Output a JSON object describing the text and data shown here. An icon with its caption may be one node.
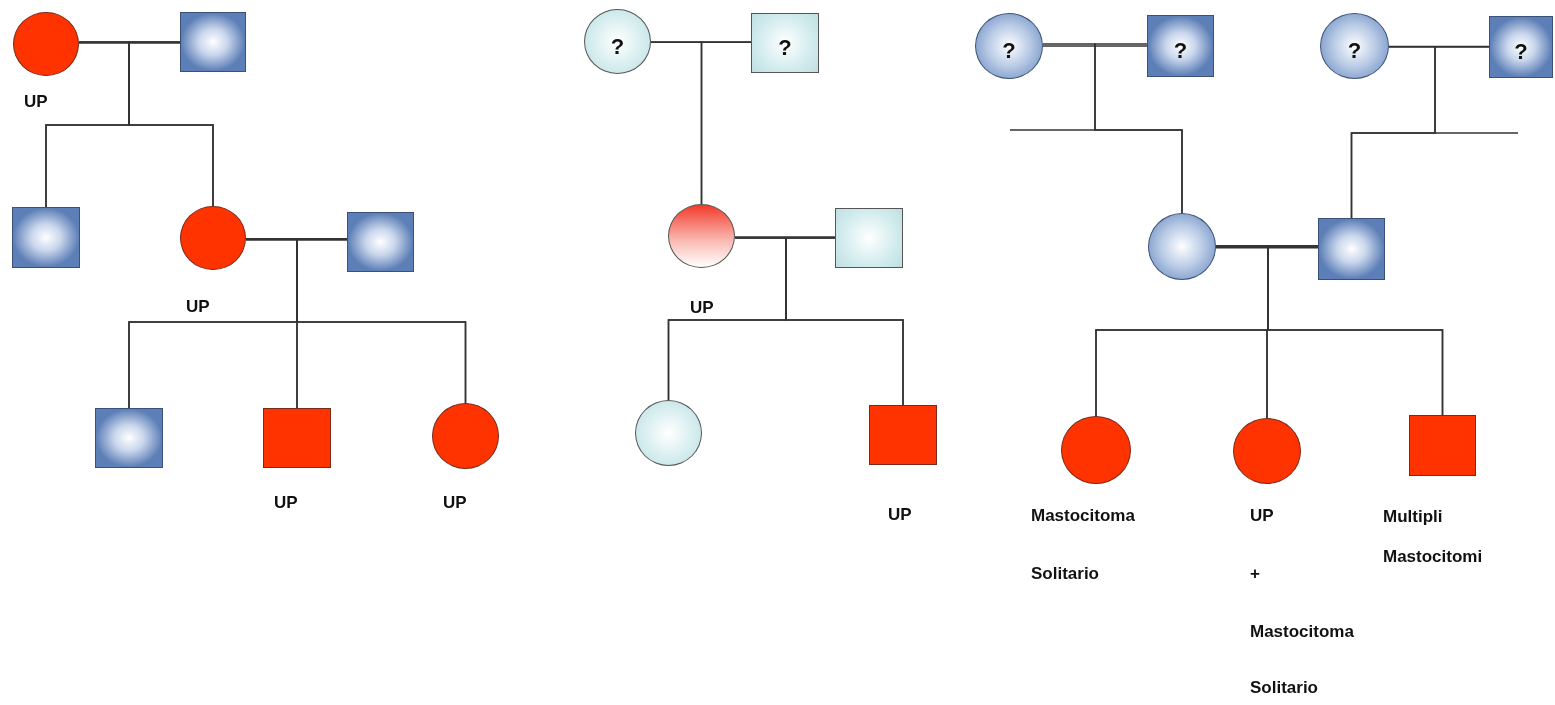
{
  "diagram": {
    "nodes": [
      {
        "text": [],
        "shape": "circle",
        "beside": [
          "UP"
        ]
      },
      {
        "text": [],
        "shape": "box"
      },
      {
        "text": [],
        "shape": "box"
      },
      {
        "text": [],
        "shape": "circle",
        "beside": [
          "UP"
        ]
      },
      {
        "text": [],
        "shape": "box"
      },
      {
        "text": [],
        "shape": "box"
      },
      {
        "text": [],
        "shape": "box",
        "beside": [
          "UP"
        ]
      },
      {
        "text": [],
        "shape": "circle",
        "beside": [
          "UP"
        ]
      },
      {
        "text": [
          "?"
        ]
      },
      {
        "text": [
          "?"
        ]
      },
      {
        "text": [],
        "shape": "circle",
        "beside": [
          "UP"
        ]
      },
      {
        "text": [],
        "shape": "box"
      },
      {
        "text": [],
        "shape": "circle"
      },
      {
        "text": [],
        "shape": "box",
        "beside": [
          "UP"
        ]
      },
      {
        "text": [
          "?"
        ]
      },
      {
        "text": [
          "?"
        ]
      },
      {
        "text": [
          "?"
        ]
      },
      {
        "text": [
          "?"
        ]
      },
      {
        "text": [],
        "shape": "circle"
      },
      {
        "text": [],
        "shape": "box"
      },
      {
        "text": [],
        "shape": "circle",
        "beside": [
          "Mastocitoma",
          "Solitario"
        ]
      },
      {
        "text": [],
        "shape": "circle",
        "beside": [
          "UP",
          "+",
          "Mastocitoma",
          "Solitario"
        ]
      },
      {
        "text": [],
        "shape": "box",
        "beside": [
          "Multipli Mastocitomi"
        ]
      }
    ],
    "edges": [
      {
        "from": 0,
        "to": 1,
        "arrow": "none"
      },
      {
        "from": 0,
        "to": 2,
        "arrow": "none"
      },
      {
        "from": 1,
        "to": 2,
        "arrow": "none"
      },
      {
        "from": 0,
        "to": 3,
        "arrow": "none"
      },
      {
        "from": 1,
        "to": 3,
        "arrow": "none"
      },
      {
        "from": 3,
        "to": 4,
        "arrow": "none"
      },
      {
        "from": 3,
        "to": 5,
        "arrow": "none"
      },
      {
        "from": 4,
        "to": 5,
        "arrow": "none"
      },
      {
        "from": 3,
        "to": 6,
        "arrow": "none"
      },
      {
        "from": 4,
        "to": 6,
        "arrow": "none"
      },
      {
        "from": 3,
        "to": 7,
        "arrow": "none"
      },
      {
        "from": 4,
        "to": 7,
        "arrow": "none"
      },
      {
        "from": 8,
        "to": 9,
        "arrow": "none"
      },
      {
        "from": 8,
        "to": 10,
        "arrow": "none"
      },
      {
        "from": 9,
        "to": 10,
        "arrow": "none"
      },
      {
        "from": 10,
        "to": 11,
        "arrow": "none"
      },
      {
        "from": 10,
        "to": 12,
        "arrow": "none"
      },
      {
        "from": 11,
        "to": 12,
        "arrow": "none"
      },
      {
        "from": 10,
        "to": 13,
        "arrow": "none"
      },
      {
        "from": 11,
        "to": 13,
        "arrow": "none"
      },
      {
        "from": 14,
        "to": 15,
        "arrow": "none"
      },
      {
        "from": 14,
        "to": 18,
        "arrow": "none"
      },
      {
        "from": 15,
        "to": 18,
        "arrow": "none"
      },
      {
        "from": 16,
        "to": 17,
        "arrow": "none"
      },
      {
        "from": 16,
        "to": 19,
        "arrow": "none"
      },
      {
        "from": 17,
        "to": 19,
        "arrow": "none"
      },
      {
        "from": 18,
        "to": 19,
        "arrow": "none"
      },
      {
        "from": 18,
        "to": 20,
        "arrow": "none"
      },
      {
        "from": 19,
        "to": 20,
        "arrow": "none"
      },
      {
        "from": 18,
        "to": 21,
        "arrow": "none"
      },
      {
        "from": 19,
        "to": 21,
        "arrow": "none"
      },
      {
        "from": 18,
        "to": 22,
        "arrow": "none"
      },
      {
        "from": 19,
        "to": 22,
        "arrow": "none"
      }
    ]
  }
}
